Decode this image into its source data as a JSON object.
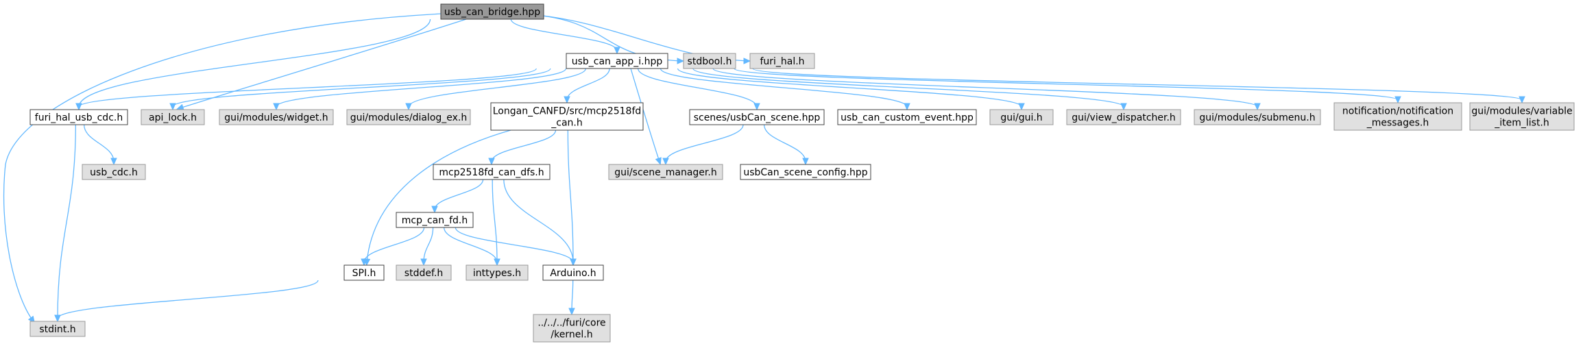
{
  "colors": {
    "root_fill": "#999999",
    "local_fill": "#ffffff",
    "system_fill": "#e0e0e0",
    "node_border": "#404040",
    "system_border": "#999999",
    "edge": "#63b8ff"
  },
  "nodes": [
    {
      "id": "usb_can_bridge",
      "kind": "root",
      "lines": [
        "usb_can_bridge.hpp"
      ]
    },
    {
      "id": "usb_can_app_i",
      "kind": "local",
      "lines": [
        "usb_can_app_i.hpp"
      ]
    },
    {
      "id": "stdbool",
      "kind": "system",
      "lines": [
        "stdbool.h"
      ]
    },
    {
      "id": "furi_hal",
      "kind": "system",
      "lines": [
        "furi_hal.h"
      ]
    },
    {
      "id": "furi_hal_usb_cdc",
      "kind": "local",
      "lines": [
        "furi_hal_usb_cdc.h"
      ]
    },
    {
      "id": "api_lock",
      "kind": "system",
      "lines": [
        "api_lock.h"
      ]
    },
    {
      "id": "widget",
      "kind": "system",
      "lines": [
        "gui/modules/widget.h"
      ]
    },
    {
      "id": "dialog_ex",
      "kind": "system",
      "lines": [
        "gui/modules/dialog_ex.h"
      ]
    },
    {
      "id": "mcp2518fd_can",
      "kind": "local",
      "lines": [
        "Longan_CANFD/src/mcp2518fd",
        "_can.h"
      ]
    },
    {
      "id": "usbCan_scene",
      "kind": "local",
      "lines": [
        "scenes/usbCan_scene.hpp"
      ]
    },
    {
      "id": "custom_event",
      "kind": "local",
      "lines": [
        "usb_can_custom_event.hpp"
      ]
    },
    {
      "id": "gui",
      "kind": "system",
      "lines": [
        "gui/gui.h"
      ]
    },
    {
      "id": "view_dispatcher",
      "kind": "system",
      "lines": [
        "gui/view_dispatcher.h"
      ]
    },
    {
      "id": "submenu",
      "kind": "system",
      "lines": [
        "gui/modules/submenu.h"
      ]
    },
    {
      "id": "notification_messages",
      "kind": "system",
      "lines": [
        "notification/notification",
        "_messages.h"
      ]
    },
    {
      "id": "variable_item_list",
      "kind": "system",
      "lines": [
        "gui/modules/variable",
        "_item_list.h"
      ]
    },
    {
      "id": "usb_cdc",
      "kind": "system",
      "lines": [
        "usb_cdc.h"
      ]
    },
    {
      "id": "mcp2518fd_can_dfs",
      "kind": "local",
      "lines": [
        "mcp2518fd_can_dfs.h"
      ]
    },
    {
      "id": "scene_manager",
      "kind": "system",
      "lines": [
        "gui/scene_manager.h"
      ]
    },
    {
      "id": "scene_config",
      "kind": "local",
      "lines": [
        "usbCan_scene_config.hpp"
      ]
    },
    {
      "id": "mcp_can_fd",
      "kind": "local",
      "lines": [
        "mcp_can_fd.h"
      ]
    },
    {
      "id": "spi",
      "kind": "local",
      "lines": [
        "SPI.h"
      ]
    },
    {
      "id": "stddef",
      "kind": "system",
      "lines": [
        "stddef.h"
      ]
    },
    {
      "id": "inttypes",
      "kind": "system",
      "lines": [
        "inttypes.h"
      ]
    },
    {
      "id": "arduino",
      "kind": "local",
      "lines": [
        "Arduino.h"
      ]
    },
    {
      "id": "stdint",
      "kind": "system",
      "lines": [
        "stdint.h"
      ]
    },
    {
      "id": "kernel",
      "kind": "system",
      "lines": [
        "../../../furi/core",
        "/kernel.h"
      ]
    }
  ],
  "edges": [
    {
      "from": "usb_can_bridge",
      "to": "usb_can_app_i"
    },
    {
      "from": "usb_can_bridge",
      "to": "stdbool"
    },
    {
      "from": "usb_can_bridge",
      "to": "furi_hal"
    },
    {
      "from": "usb_can_bridge",
      "to": "furi_hal_usb_cdc"
    },
    {
      "from": "usb_can_bridge",
      "to": "api_lock"
    },
    {
      "from": "usb_can_bridge",
      "to": "stdint"
    },
    {
      "from": "usb_can_app_i",
      "to": "furi_hal_usb_cdc"
    },
    {
      "from": "usb_can_app_i",
      "to": "api_lock"
    },
    {
      "from": "usb_can_app_i",
      "to": "widget"
    },
    {
      "from": "usb_can_app_i",
      "to": "dialog_ex"
    },
    {
      "from": "usb_can_app_i",
      "to": "mcp2518fd_can"
    },
    {
      "from": "usb_can_app_i",
      "to": "scene_manager"
    },
    {
      "from": "usb_can_app_i",
      "to": "usbCan_scene"
    },
    {
      "from": "usb_can_app_i",
      "to": "custom_event"
    },
    {
      "from": "usb_can_app_i",
      "to": "gui"
    },
    {
      "from": "usb_can_app_i",
      "to": "view_dispatcher"
    },
    {
      "from": "usb_can_app_i",
      "to": "submenu"
    },
    {
      "from": "usb_can_app_i",
      "to": "notification_messages"
    },
    {
      "from": "usb_can_app_i",
      "to": "variable_item_list"
    },
    {
      "from": "furi_hal_usb_cdc",
      "to": "usb_cdc"
    },
    {
      "from": "furi_hal_usb_cdc",
      "to": "stdint"
    },
    {
      "from": "mcp2518fd_can",
      "to": "mcp2518fd_can_dfs"
    },
    {
      "from": "mcp2518fd_can",
      "to": "spi"
    },
    {
      "from": "mcp2518fd_can",
      "to": "arduino"
    },
    {
      "from": "usbCan_scene",
      "to": "scene_manager"
    },
    {
      "from": "usbCan_scene",
      "to": "scene_config"
    },
    {
      "from": "mcp2518fd_can_dfs",
      "to": "mcp_can_fd"
    },
    {
      "from": "mcp2518fd_can_dfs",
      "to": "inttypes"
    },
    {
      "from": "mcp2518fd_can_dfs",
      "to": "arduino"
    },
    {
      "from": "mcp_can_fd",
      "to": "spi"
    },
    {
      "from": "mcp_can_fd",
      "to": "stddef"
    },
    {
      "from": "mcp_can_fd",
      "to": "inttypes"
    },
    {
      "from": "mcp_can_fd",
      "to": "arduino"
    },
    {
      "from": "spi",
      "to": "stdint"
    },
    {
      "from": "arduino",
      "to": "kernel"
    }
  ]
}
